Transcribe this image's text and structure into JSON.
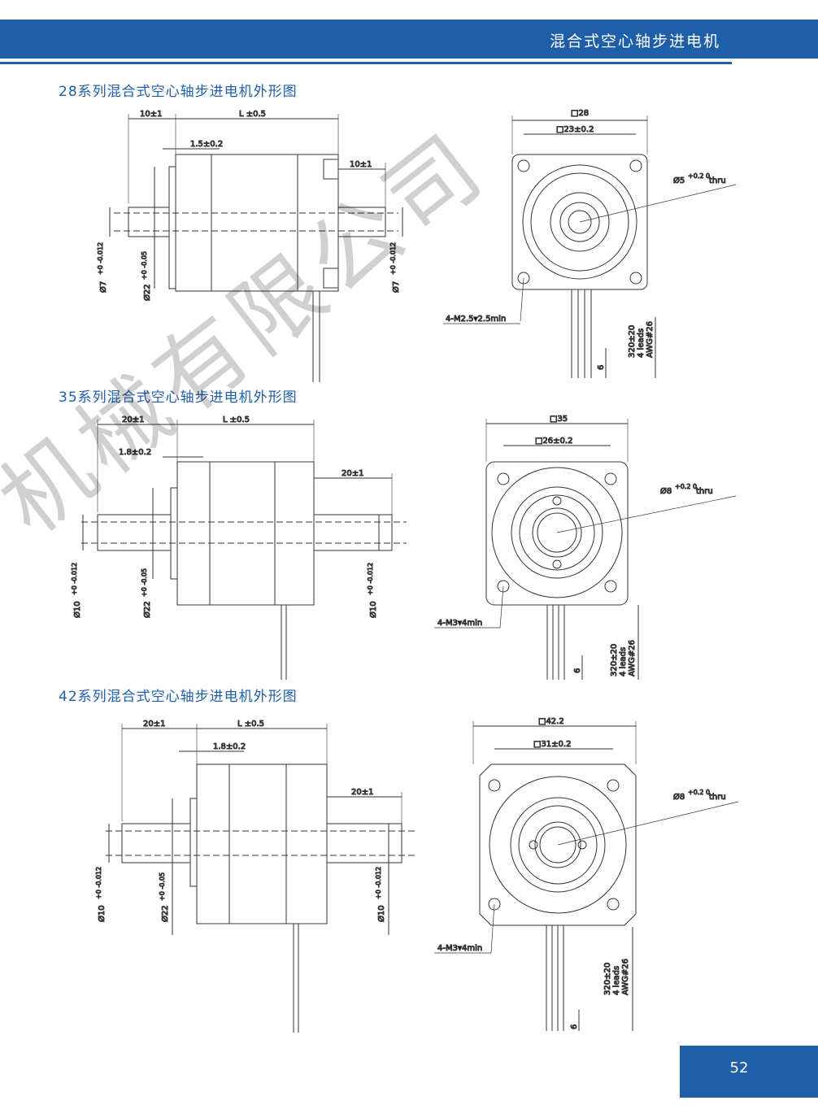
{
  "header": {
    "title": "混合式空心轴步进电机"
  },
  "watermark": {
    "text": "机械有限公司"
  },
  "sections": [
    {
      "title": "28系列混合式空心轴步进电机外形图",
      "side": {
        "left_shaft_len": "10±1",
        "body_len": "L ±0.5",
        "flange": "1.5±0.2",
        "right_shaft_len": "10±1",
        "shaft_dia_left": "Ø7",
        "shaft_tol_left": "+0 -0.012",
        "boss_dia": "Ø22",
        "boss_tol": "+0 -0.05",
        "shaft_dia_right": "Ø7",
        "shaft_tol_right": "+0 -0.012"
      },
      "front": {
        "square": "□28",
        "hole_spacing": "□23±0.2",
        "bore": "Ø5",
        "bore_tol": "+0.2 0",
        "bore_note": "thru",
        "mount_holes": "4-M2.5▾2.5min",
        "lead_len": "320±20",
        "leads": "4 leads",
        "awg": "AWG#26",
        "strip": "6"
      }
    },
    {
      "title": "35系列混合式空心轴步进电机外形图",
      "side": {
        "left_shaft_len": "20±1",
        "body_len": "L ±0.5",
        "flange": "1.8±0.2",
        "right_shaft_len": "20±1",
        "shaft_dia_left": "Ø10",
        "shaft_tol_left": "+0 -0.012",
        "boss_dia": "Ø22",
        "boss_tol": "+0 -0.05",
        "shaft_dia_right": "Ø10",
        "shaft_tol_right": "+0 -0.012"
      },
      "front": {
        "square": "□35",
        "hole_spacing": "□26±0.2",
        "bore": "Ø8",
        "bore_tol": "+0.2 0",
        "bore_note": "thru",
        "mount_holes": "4-M3▾4min",
        "lead_len": "320±20",
        "leads": "4 leads",
        "awg": "AWG#26",
        "strip": "6"
      }
    },
    {
      "title": "42系列混合式空心轴步进电机外形图",
      "side": {
        "left_shaft_len": "20±1",
        "body_len": "L ±0.5",
        "flange": "1.8±0.2",
        "right_shaft_len": "20±1",
        "shaft_dia_left": "Ø10",
        "shaft_tol_left": "+0 -0.012",
        "boss_dia": "Ø22",
        "boss_tol": "+0 -0.05",
        "shaft_dia_right": "Ø10",
        "shaft_tol_right": "+0 -0.012"
      },
      "front": {
        "square": "□42.2",
        "hole_spacing": "□31±0.2",
        "bore": "Ø8",
        "bore_tol": "+0.2 0",
        "bore_note": "thru",
        "mount_holes": "4-M3▾4min",
        "lead_len": "320±20",
        "leads": "4 leads",
        "awg": "AWG#26",
        "strip": "6"
      }
    }
  ],
  "footer": {
    "page_number": "52"
  }
}
